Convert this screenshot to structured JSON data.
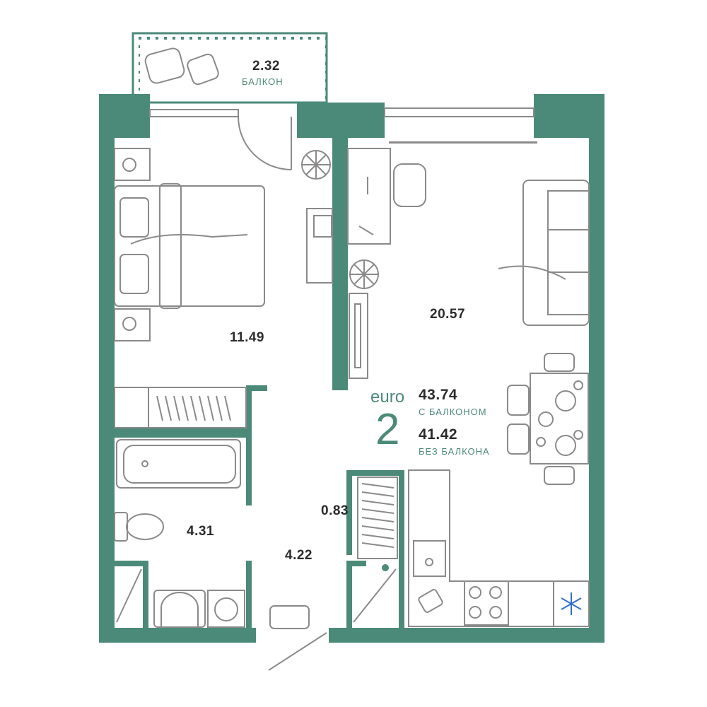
{
  "colors": {
    "wall": "#4b8a78",
    "line": "#8a8a8a",
    "text": "#2b2b2b",
    "accent": "#4b8a78",
    "snow": "#2f6fd0"
  },
  "rooms": {
    "balcony": {
      "area": "2.32",
      "name": "БАЛКОН"
    },
    "bedroom": {
      "area": "11.49"
    },
    "living": {
      "area": "20.57"
    },
    "bathroom": {
      "area": "4.31"
    },
    "hall": {
      "area": "4.22"
    },
    "storage": {
      "area": "0.83"
    }
  },
  "summary": {
    "type_prefix": "euro",
    "rooms_count": "2",
    "area_with_balcony": "43.74",
    "with_balcony_label": "С БАЛКОНОМ",
    "area_without_balcony": "41.42",
    "without_balcony_label": "БЕЗ БАЛКОНА"
  },
  "icons": [
    "bed-icon",
    "sofa-icon",
    "desk-icon",
    "dining-table-icon",
    "bathtub-icon",
    "toilet-icon",
    "sink-icon",
    "washing-machine-icon",
    "stove-icon",
    "fridge-snowflake-icon",
    "plant-icon",
    "armchair-icon",
    "wardrobe-icon",
    "radiator-icon"
  ]
}
